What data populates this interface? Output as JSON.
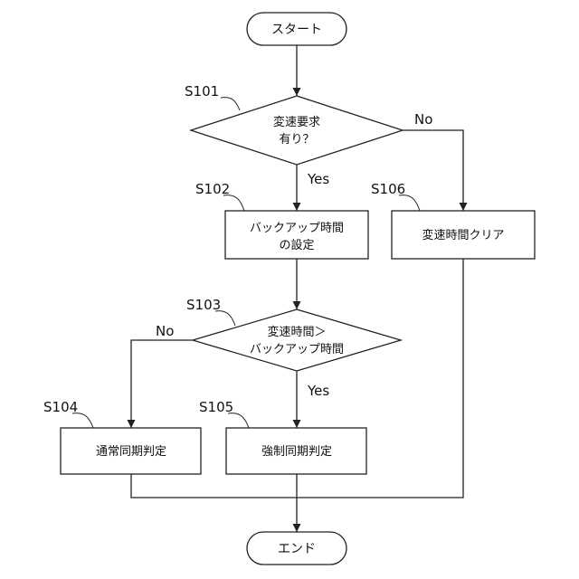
{
  "flowchart": {
    "start": "スタート",
    "end": "エンド",
    "steps": {
      "s101": {
        "id": "S101",
        "lines": [
          "変速要求",
          "有り？"
        ]
      },
      "s102": {
        "id": "S102",
        "lines": [
          "バックアップ時間",
          "の設定"
        ]
      },
      "s103": {
        "id": "S103",
        "lines": [
          "変速時間＞",
          "バックアップ時間"
        ]
      },
      "s104": {
        "id": "S104",
        "lines": [
          "通常同期判定"
        ]
      },
      "s105": {
        "id": "S105",
        "lines": [
          "強制同期判定"
        ]
      },
      "s106": {
        "id": "S106",
        "lines": [
          "変速時間クリア"
        ]
      }
    },
    "branches": {
      "s101_yes": "Yes",
      "s101_no": "No",
      "s103_yes": "Yes",
      "s103_no": "No"
    }
  },
  "colors": {
    "line": "#222222",
    "fill": "#ffffff",
    "text": "#111111"
  }
}
